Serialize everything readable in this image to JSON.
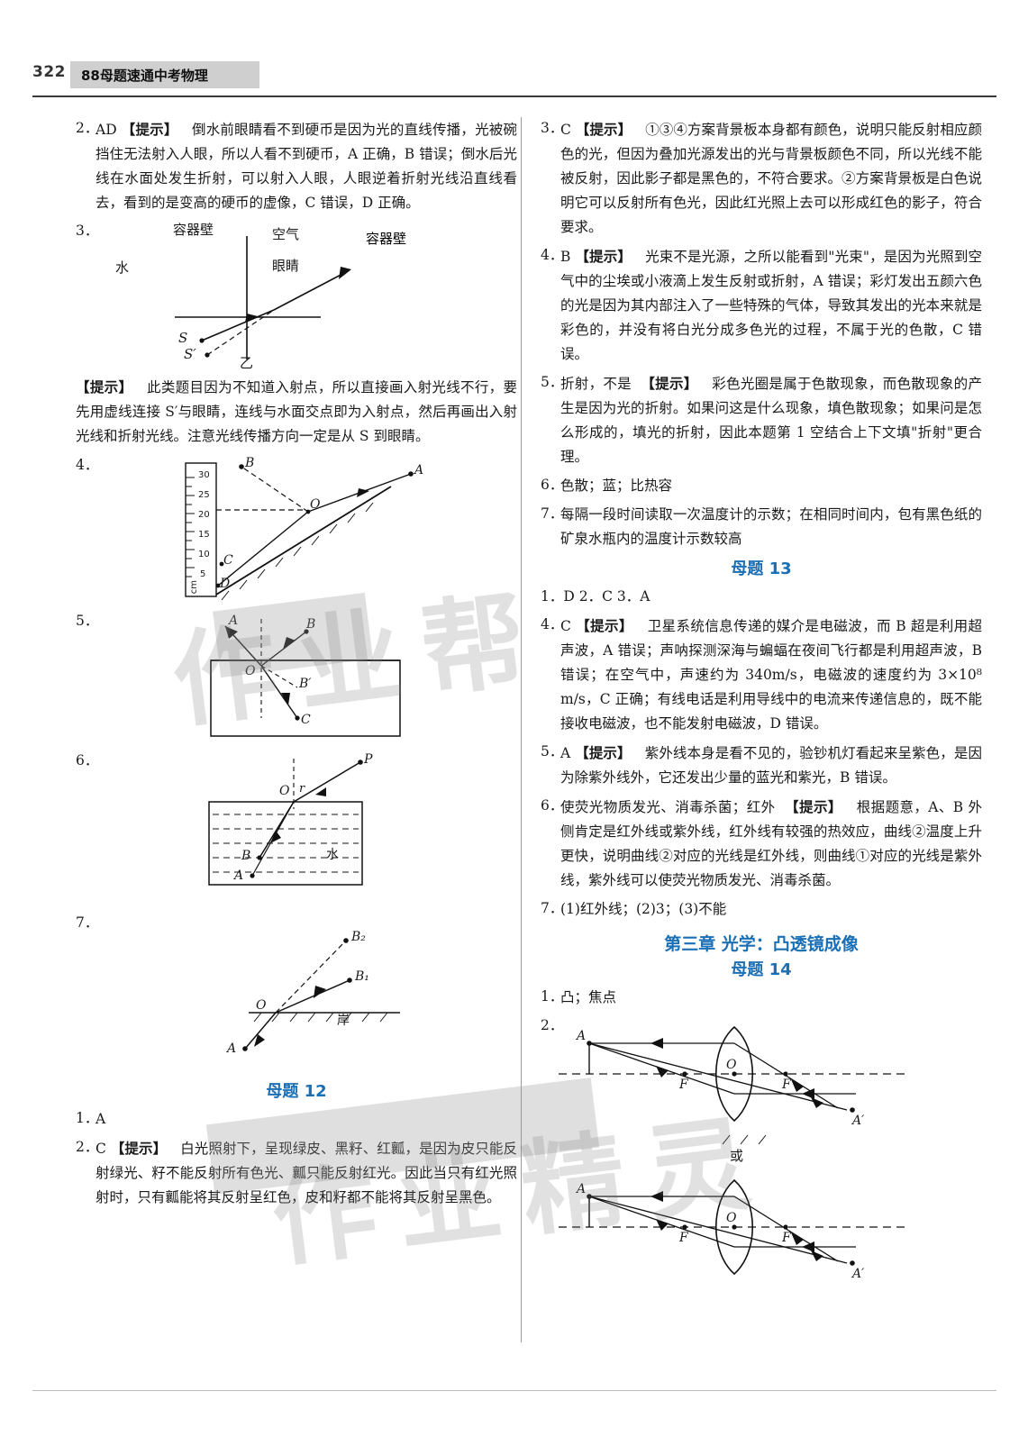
{
  "header": {
    "page_number": "322",
    "book_title": "88母题速通中考物理"
  },
  "left_column": {
    "items": [
      {
        "num": "2．",
        "answer": "AD",
        "hint_label": "【提示】",
        "text": "倒水前眼睛看不到硬币是因为光的直线传播，光被碗挡住无法射入人眼，所以人看不到硬币，A 正确，B 错误；倒水后光线在水面处发生折射，可以射入人眼，人眼逆着折射光线沿直线看去，看到的是变高的硬币的虚像，C 错误，D 正确。"
      },
      {
        "num": "3．",
        "figure": "refraction-container-diagram",
        "figure_labels": [
          "容器壁",
          "空气",
          "水",
          "眼睛",
          "S",
          "S′",
          "乙"
        ],
        "hint_label": "【提示】",
        "text": "此类题目因为不知道入射点，所以直接画入射光线不行，要先用虚线连接 S′与眼睛，连线与水面交点即为入射点，然后再画出入射光线和折射光线。注意光线传播方向一定是从 S 到眼睛。"
      },
      {
        "num": "4．",
        "figure": "ruler-mirror-diagram",
        "figure_labels": [
          "cm",
          "5",
          "10",
          "15",
          "20",
          "25",
          "30",
          "B",
          "A",
          "O",
          "C",
          "D"
        ]
      },
      {
        "num": "5．",
        "figure": "water-tank-reflection-diagram",
        "figure_labels": [
          "A",
          "B",
          "O",
          "B′",
          "C"
        ]
      },
      {
        "num": "6．",
        "figure": "light-into-water-diagram",
        "figure_labels": [
          "P",
          "O",
          "r",
          "水",
          "B",
          "A"
        ]
      },
      {
        "num": "7．",
        "figure": "shore-reflection-diagram",
        "figure_labels": [
          "B₂",
          "B₁",
          "O",
          "岸",
          "A"
        ]
      }
    ],
    "mother_question_12": "母题 12",
    "items_after": [
      {
        "num": "1．",
        "text": "A"
      },
      {
        "num": "2．",
        "answer": "C",
        "hint_label": "【提示】",
        "text": "白光照射下，呈现绿皮、黑籽、红瓤，是因为皮只能反射绿光、籽不能反射所有色光、瓤只能反射红光。因此当只有红光照射时，只有瓤能将其反射呈红色，皮和籽都不能将其反射呈黑色。"
      }
    ]
  },
  "right_column": {
    "items": [
      {
        "num": "3．",
        "answer": "C",
        "hint_label": "【提示】",
        "text": "①③④方案背景板本身都有颜色，说明只能反射相应颜色的光，但因为叠加光源发出的光与背景板颜色不同，所以光线不能被反射，因此影子都是黑色的，不符合要求。②方案背景板是白色说明它可以反射所有色光，因此红光照上去可以形成红色的影子，符合要求。"
      },
      {
        "num": "4．",
        "answer": "B",
        "hint_label": "【提示】",
        "text": "光束不是光源，之所以能看到\"光束\"，是因为光照到空气中的尘埃或小液滴上发生反射或折射，A 错误；彩灯发出五颜六色的光是因为其内部注入了一些特殊的气体，导致其发出的光本来就是彩色的，并没有将白光分成多色光的过程，不属于光的色散，C 错误。"
      },
      {
        "num": "5．",
        "answer": "折射，不是",
        "hint_label": "【提示】",
        "text": "彩色光圈是属于色散现象，而色散现象的产生是因为光的折射。如果问这是什么现象，填色散现象；如果问是怎么形成的，填光的折射，因此本题第 1 空结合上下文填\"折射\"更合理。"
      },
      {
        "num": "6．",
        "text": "色散；蓝；比热容"
      },
      {
        "num": "7．",
        "text": "每隔一段时间读取一次温度计的示数；在相同时间内，包有黑色纸的矿泉水瓶内的温度计示数较高"
      }
    ],
    "mother_question_13": "母题 13",
    "items2": [
      {
        "num": "",
        "text": "1．D  2．C  3．A"
      },
      {
        "num": "4．",
        "answer": "C",
        "hint_label": "【提示】",
        "text": "卫星系统信息传递的媒介是电磁波，而 B 超是利用超声波，A 错误；声呐探测深海与蝙蝠在夜间飞行都是利用超声波，B 错误；在空气中，声速约为 340m/s，电磁波的速度约为 3×10⁸ m/s，C 正确；有线电话是利用导线中的电流来传递信息的，既不能接收电磁波，也不能发射电磁波，D 错误。"
      },
      {
        "num": "5．",
        "answer": "A",
        "hint_label": "【提示】",
        "text": "紫外线本身是看不见的，验钞机灯看起来呈紫色，是因为除紫外线外，它还发出少量的蓝光和紫光，B 错误。"
      },
      {
        "num": "6．",
        "answer": "使荧光物质发光、消毒杀菌；红外",
        "hint_label": "【提示】",
        "text": "根据题意，A、B 外侧肯定是红外线或紫外线，红外线有较强的热效应，曲线②温度上升更快，说明曲线②对应的光线是红外线，则曲线①对应的光线是紫外线，紫外线可以使荧光物质发光、消毒杀菌。"
      },
      {
        "num": "7．",
        "text": "(1)红外线；(2)3；(3)不能"
      }
    ],
    "chapter_heading": "第三章  光学：凸透镜成像",
    "mother_question_14": "母题 14",
    "items3": [
      {
        "num": "1．",
        "text": "凸；焦点"
      },
      {
        "num": "2．",
        "figure": "convex-lens-ray-diagrams",
        "figure_labels": [
          "A",
          "F",
          "O",
          "F",
          "A′",
          "或",
          "A",
          "F",
          "O",
          "F",
          "A′"
        ]
      }
    ]
  },
  "watermark": {
    "text_1": "作业帮",
    "text_2": "作业精灵"
  }
}
